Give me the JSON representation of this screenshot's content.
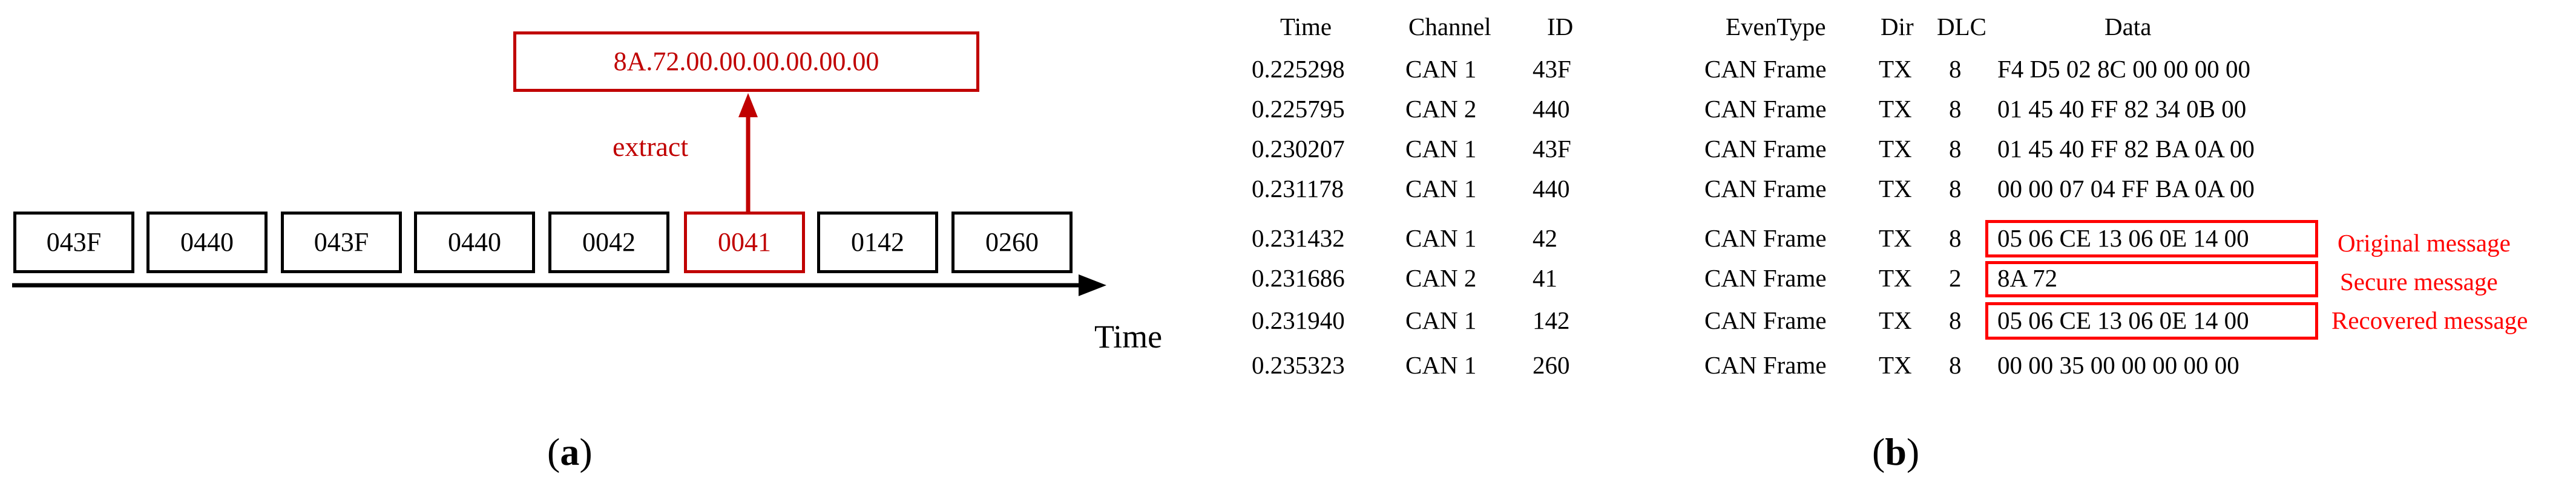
{
  "panel_a": {
    "top_box": "8A.72.00.00.00.00.00.00",
    "extract_label": "extract",
    "frames": [
      "043F",
      "0440",
      "043F",
      "0440",
      "0042",
      "0041",
      "0142",
      "0260"
    ],
    "highlighted_frame": "0041",
    "axis_label": "Time",
    "caption": {
      "open": "(",
      "letter": "a",
      "close": ")"
    }
  },
  "panel_b": {
    "headers": {
      "time": "Time",
      "channel": "Channel",
      "id": "ID",
      "event_type": "EvenType",
      "dir": "Dir",
      "dlc": "DLC",
      "data": "Data"
    },
    "rows": [
      {
        "time": "0.225298",
        "channel": "CAN 1",
        "id": "43F",
        "event_type": "CAN Frame",
        "dir": "TX",
        "dlc": "8",
        "data": "F4 D5 02 8C 00 00 00 00"
      },
      {
        "time": "0.225795",
        "channel": "CAN 2",
        "id": "440",
        "event_type": "CAN Frame",
        "dir": "TX",
        "dlc": "8",
        "data": "01 45 40 FF 82 34 0B 00"
      },
      {
        "time": "0.230207",
        "channel": "CAN 1",
        "id": "43F",
        "event_type": "CAN Frame",
        "dir": "TX",
        "dlc": "8",
        "data": "01 45 40 FF 82 BA 0A 00"
      },
      {
        "time": "0.231178",
        "channel": "CAN 1",
        "id": "440",
        "event_type": "CAN Frame",
        "dir": "TX",
        "dlc": "8",
        "data": "00 00 07 04 FF BA 0A 00"
      },
      {
        "time": "0.231432",
        "channel": "CAN 1",
        "id": "42",
        "event_type": "CAN Frame",
        "dir": "TX",
        "dlc": "8",
        "data": "05 06 CE 13 06 0E 14 00"
      },
      {
        "time": "0.231686",
        "channel": "CAN 2",
        "id": "41",
        "event_type": "CAN Frame",
        "dir": "TX",
        "dlc": "2",
        "data": "8A 72"
      },
      {
        "time": "0.231940",
        "channel": "CAN 1",
        "id": "142",
        "event_type": "CAN Frame",
        "dir": "TX",
        "dlc": "8",
        "data": "05 06 CE 13 06 0E 14 00"
      },
      {
        "time": "0.235323",
        "channel": "CAN 1",
        "id": "260",
        "event_type": "CAN Frame",
        "dir": "TX",
        "dlc": "8",
        "data": "00 00 35 00 00 00 00 00"
      }
    ],
    "annotations": {
      "original": "Original message",
      "secure": "Secure message",
      "recovered": "Recovered message"
    },
    "caption": {
      "open": "(",
      "letter": "b",
      "close": ")"
    }
  },
  "colors": {
    "highlight_dark_red": "#c00000",
    "highlight_red": "#ff0000",
    "ink": "#000000"
  }
}
